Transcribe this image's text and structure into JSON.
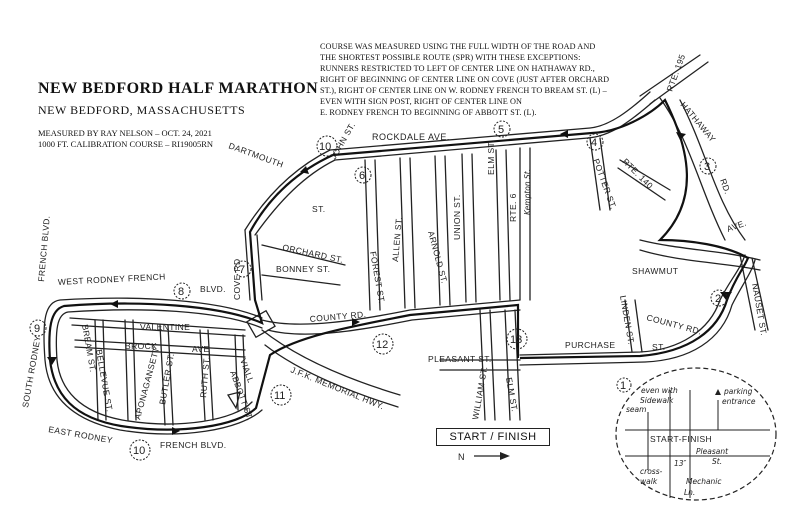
{
  "title": "NEW BEDFORD HALF MARATHON",
  "location": "NEW BEDFORD, MASSACHUSETTS",
  "measured_by": "MEASURED BY RAY NELSON – OCT. 24, 2021",
  "calibration": "1000 FT. CALIBRATION COURSE – RI19005RN",
  "notes": [
    "COURSE WAS MEASURED USING THE FULL WIDTH OF THE ROAD AND",
    "THE SHORTEST POSSIBLE ROUTE (SPR) WITH THESE EXCEPTIONS:",
    "RUNNERS RESTRICTED TO LEFT OF CENTER LINE ON HATHAWAY RD.,",
    "RIGHT OF BEGINNING OF CENTER LINE ON COVE (JUST AFTER ORCHARD",
    "ST.), RIGHT OF CENTER LINE ON W. RODNEY FRENCH TO BREAM ST. (L) –",
    "EVEN WITH SIGN POST, RIGHT OF CENTER LINE ON",
    "E. RODNEY FRENCH TO BEGINNING OF ABBOTT ST. (L)."
  ],
  "start_finish": "START / FINISH",
  "north": "N",
  "streets": {
    "rockdale": "ROCKDALE AVE.",
    "dartmouth": "DARTMOUTH",
    "dartmouth_st": "ST.",
    "rte195": "RTE. 195",
    "hathaway": "HATHAWAY",
    "hathaway_rd": "RD.",
    "rte140": "RTE. 140",
    "potter": "POTTER ST.",
    "elm_top": "ELM ST.",
    "union": "UNION ST.",
    "arnold": "ARNOLD ST.",
    "allen": "ALLEN ST.",
    "forest": "FOREST ST.",
    "rte6": "RTE. 6",
    "kempton": "Kempton St.",
    "orchard": "ORCHARD ST.",
    "bonney": "BONNEY ST.",
    "cove": "COVE RD",
    "shawmut": "SHAWMUT",
    "ave": "AVE.",
    "nauset": "NAUSET ST.",
    "county_right": "COUNTY RD.",
    "county_left": "COUNTY RD.",
    "linden": "LINDEN ST.",
    "purchase": "PURCHASE",
    "purchase_st": "ST.",
    "pleasant": "PLEASANT ST.",
    "william": "WILLIAM ST.",
    "elm_bottom": "ELM ST.",
    "jfk": "J.F.K. MEMORIAL HWY.",
    "west_rodney": "WEST RODNEY FRENCH",
    "west_blvd": "BLVD.",
    "french_blvd": "FRENCH BLVD.",
    "south_rodney": "SOUTH RODNEY",
    "east_rodney": "EAST RODNEY",
    "east_french": "FRENCH BLVD.",
    "bream": "BREAM ST.",
    "bellevue": "BELLEVUE ST.",
    "valentine": "VALENTINE",
    "brock": "BROCK",
    "brock_ave": "AVE",
    "aponaganset": "APONAGANSETT",
    "butler": "BUTLER ST.",
    "ruth": "RUTH ST.",
    "viall": "VIALL",
    "abbott": "ABBOTT ST.",
    "john": "JOHN ST."
  },
  "miles": [
    "1",
    "2",
    "3",
    "4",
    "5",
    "6",
    "7",
    "8",
    "9",
    "10",
    "11",
    "12",
    "13",
    "10"
  ],
  "inset": {
    "even_with": "even with",
    "sidewalk": "Sidewalk",
    "seam": "seam",
    "parking": "parking",
    "entrance": "entrance",
    "start_finish": "START-FINISH",
    "pleasant": "Pleasant",
    "pleasant_st": "St.",
    "cross": "cross-",
    "walk": "walk",
    "mechanic": "Mechanic",
    "ln": "Ln.",
    "dim": "13″"
  },
  "colors": {
    "ink": "#222222",
    "paper": "#ffffff"
  }
}
